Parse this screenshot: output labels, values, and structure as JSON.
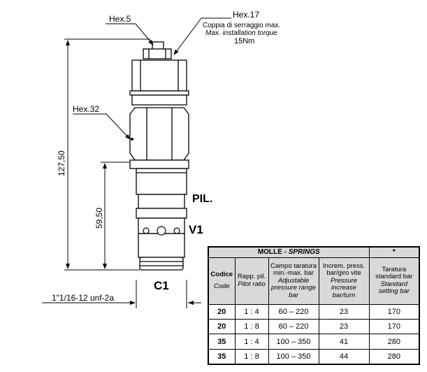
{
  "callouts": {
    "hex5": "Hex.5",
    "hex17": "Hex.17",
    "torque_it": "Coppia di serraggio max.",
    "torque_en": "Max. installation torque",
    "torque_value": "15Nm",
    "hex32": "Hex.32"
  },
  "dimensions": {
    "overall": "127,50",
    "pilot": "59,50",
    "thread": "1\"1/16-12 unf-2a"
  },
  "ports": {
    "pil": "PIL.",
    "v1": "V1",
    "c1": "C1"
  },
  "table": {
    "title_it": "MOLLE - ",
    "title_en": "SPRINGS",
    "star": "*",
    "headers": {
      "code_it": "Codice",
      "code_en": "Code",
      "ratio_it": "Rapp. pil.",
      "ratio_en": "Pilot ratio",
      "range_it": "Campo taratura min.-max. bar",
      "range_en": "Adjustable pressure range bar",
      "incr_it": "Increm. press. bar/giro vite",
      "incr_en": "Pressure increase bar/turn",
      "std_it": "Taratura standard bar",
      "std_en": "Standard setting bar"
    },
    "rows": [
      {
        "code": "20",
        "ratio": "1 : 4",
        "range": "60 – 220",
        "incr": "23",
        "std": "170"
      },
      {
        "code": "20",
        "ratio": "1 : 8",
        "range": "60 – 220",
        "incr": "23",
        "std": "170"
      },
      {
        "code": "35",
        "ratio": "1 : 4",
        "range": "100 – 350",
        "incr": "41",
        "std": "280"
      },
      {
        "code": "35",
        "ratio": "1 : 8",
        "range": "100 – 350",
        "incr": "44",
        "std": "280"
      }
    ]
  }
}
